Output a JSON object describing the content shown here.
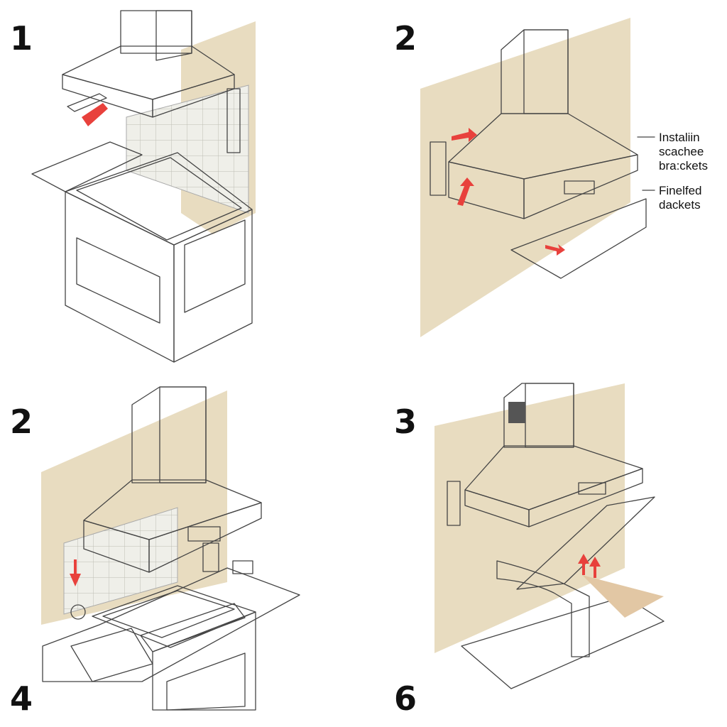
{
  "steps": {
    "panel_1": "1",
    "panel_2": "2",
    "panel_3": "2",
    "panel_4": "3",
    "bottom_left": "4",
    "bottom_right": "6"
  },
  "callouts": {
    "a_line1": "Instaliin",
    "a_line2": "scachee",
    "a_line3": "bra:ckets",
    "b_line1": "Finelfed",
    "b_line2": "dackets"
  },
  "colors": {
    "wall": "#e8dcc0",
    "steel": "#bdbdbd",
    "steel_dark": "#9a9a9a",
    "steel_light": "#d9d9d9",
    "counter": "#d8b48c",
    "arrow": "#e8413c",
    "tile": "#eeeeea"
  },
  "icons": [
    "arrow-up-icon",
    "arrow-right-icon",
    "arrow-down-icon"
  ]
}
